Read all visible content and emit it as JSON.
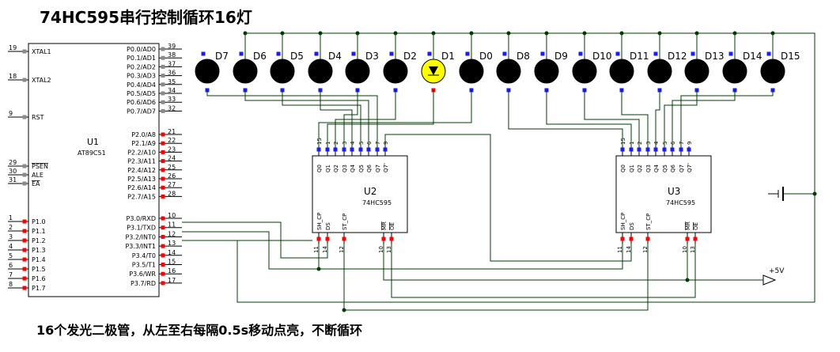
{
  "title": "74HC595串行控制循环16灯",
  "caption": "16个发光二极管，从左至右每隔0.5s移动点亮，不断循环",
  "mcu": {
    "ref": "U1",
    "part": "AT89C51",
    "left_pins": [
      {
        "num": "19",
        "name": "XTAL1"
      },
      {
        "num": "18",
        "name": "XTAL2"
      },
      {
        "num": "9",
        "name": "RST"
      },
      {
        "num": "29",
        "name": "PSEN"
      },
      {
        "num": "30",
        "name": "ALE"
      },
      {
        "num": "31",
        "name": "EA"
      },
      {
        "num": "1",
        "name": "P1.0"
      },
      {
        "num": "2",
        "name": "P1.1"
      },
      {
        "num": "3",
        "name": "P1.2"
      },
      {
        "num": "4",
        "name": "P1.3"
      },
      {
        "num": "5",
        "name": "P1.4"
      },
      {
        "num": "6",
        "name": "P1.5"
      },
      {
        "num": "7",
        "name": "P1.6"
      },
      {
        "num": "8",
        "name": "P1.7"
      }
    ],
    "right_pins": [
      {
        "num": "39",
        "name": "P0.0/AD0"
      },
      {
        "num": "38",
        "name": "P0.1/AD1"
      },
      {
        "num": "37",
        "name": "P0.2/AD2"
      },
      {
        "num": "36",
        "name": "P0.3/AD3"
      },
      {
        "num": "35",
        "name": "P0.4/AD4"
      },
      {
        "num": "34",
        "name": "P0.5/AD5"
      },
      {
        "num": "33",
        "name": "P0.6/AD6"
      },
      {
        "num": "32",
        "name": "P0.7/AD7"
      },
      {
        "num": "21",
        "name": "P2.0/A8"
      },
      {
        "num": "22",
        "name": "P2.1/A9"
      },
      {
        "num": "23",
        "name": "P2.2/A10"
      },
      {
        "num": "24",
        "name": "P2.3/A11"
      },
      {
        "num": "25",
        "name": "P2.4/A12"
      },
      {
        "num": "26",
        "name": "P2.5/A13"
      },
      {
        "num": "27",
        "name": "P2.6/A14"
      },
      {
        "num": "28",
        "name": "P2.7/A15"
      },
      {
        "num": "10",
        "name": "P3.0/RXD"
      },
      {
        "num": "11",
        "name": "P3.1/TXD"
      },
      {
        "num": "12",
        "name": "P3.2/INT0"
      },
      {
        "num": "13",
        "name": "P3.3/INT1"
      },
      {
        "num": "14",
        "name": "P3.4/T0"
      },
      {
        "num": "15",
        "name": "P3.5/T1"
      },
      {
        "num": "16",
        "name": "P3.6/WR"
      },
      {
        "num": "17",
        "name": "P3.7/RD"
      }
    ]
  },
  "leds": [
    "D7",
    "D6",
    "D5",
    "D4",
    "D3",
    "D2",
    "D1",
    "D0",
    "D8",
    "D9",
    "D10",
    "D11",
    "D12",
    "D13",
    "D14",
    "D15"
  ],
  "lit_led": "D1",
  "shift_registers": [
    {
      "ref": "U2",
      "part": "74HC595",
      "top_pins": [
        {
          "num": "15",
          "name": "Q0"
        },
        {
          "num": "1",
          "name": "Q1"
        },
        {
          "num": "2",
          "name": "Q2"
        },
        {
          "num": "3",
          "name": "Q3"
        },
        {
          "num": "4",
          "name": "Q4"
        },
        {
          "num": "5",
          "name": "Q5"
        },
        {
          "num": "6",
          "name": "Q6"
        },
        {
          "num": "7",
          "name": "Q7"
        },
        {
          "num": "9",
          "name": "Q7'"
        }
      ],
      "bottom_pins": [
        {
          "num": "11",
          "name": "SH_CP"
        },
        {
          "num": "14",
          "name": "DS"
        },
        {
          "num": "12",
          "name": "ST_CP"
        },
        {
          "num": "10",
          "name": "MR"
        },
        {
          "num": "13",
          "name": "OE"
        }
      ]
    },
    {
      "ref": "U3",
      "part": "74HC595",
      "top_pins": [
        {
          "num": "15",
          "name": "Q0"
        },
        {
          "num": "1",
          "name": "Q1"
        },
        {
          "num": "2",
          "name": "Q2"
        },
        {
          "num": "3",
          "name": "Q3"
        },
        {
          "num": "4",
          "name": "Q4"
        },
        {
          "num": "5",
          "name": "Q5"
        },
        {
          "num": "6",
          "name": "Q6"
        },
        {
          "num": "7",
          "name": "Q7"
        },
        {
          "num": "9",
          "name": "Q7'"
        }
      ],
      "bottom_pins": [
        {
          "num": "11",
          "name": "SH_CP"
        },
        {
          "num": "14",
          "name": "DS"
        },
        {
          "num": "12",
          "name": "ST_CP"
        },
        {
          "num": "10",
          "name": "MR"
        },
        {
          "num": "13",
          "name": "OE"
        }
      ]
    }
  ],
  "vcc_label": "+5V",
  "colors": {
    "wire": "#003c00",
    "component": "#000000",
    "pin_blue": "#1a1aff",
    "pin_red": "#ff0000",
    "pin_gray": "#8a8a8a",
    "led_off": "#000000",
    "led_on": "#ffff00"
  }
}
